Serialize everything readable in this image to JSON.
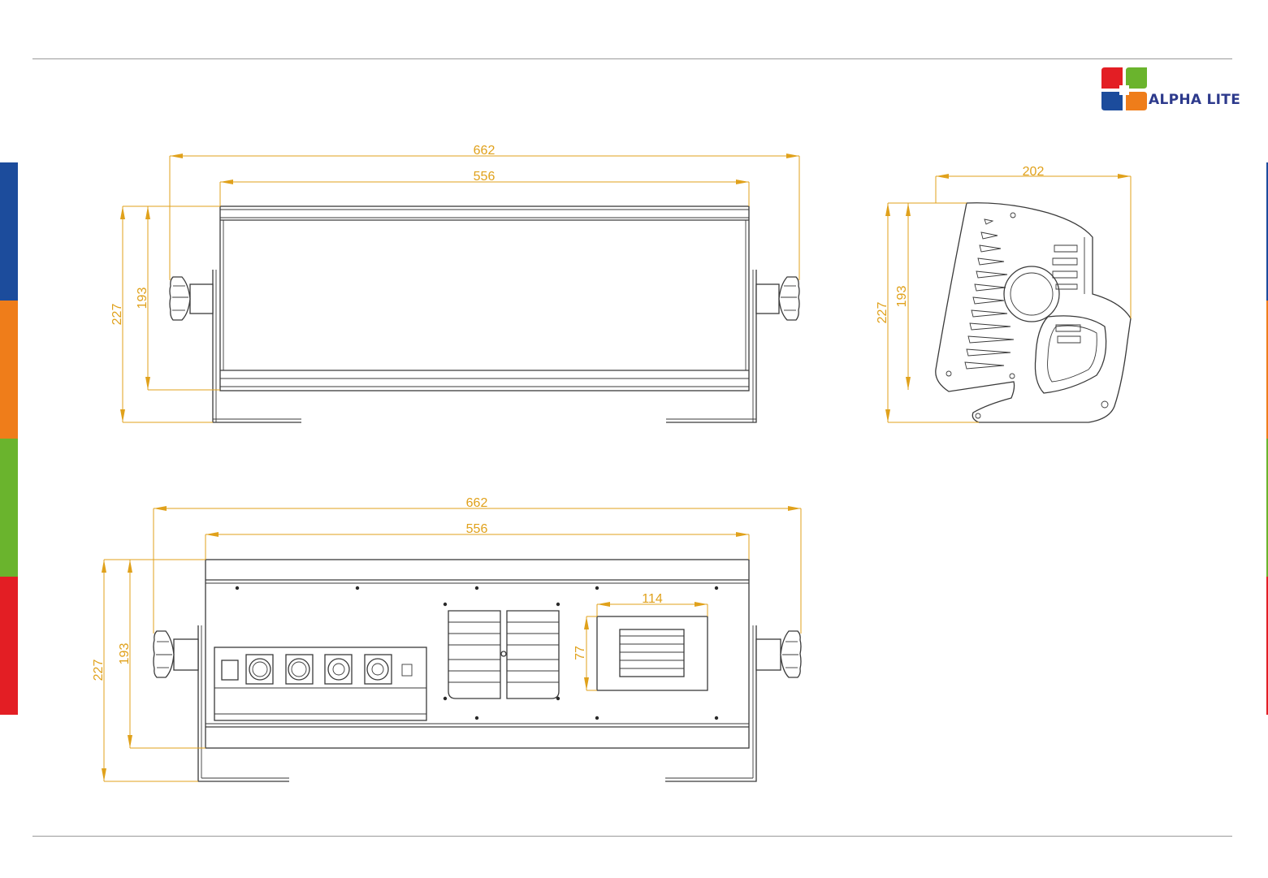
{
  "brand": {
    "name": "ALPHA LITE",
    "colors": {
      "red": "#e31e24",
      "green": "#6ab42d",
      "blue": "#1c4c9c",
      "orange": "#ef7d1a"
    }
  },
  "side_stripes": [
    "#1c4c9c",
    "#ef7d1a",
    "#6ab42d",
    "#e31e24"
  ],
  "dimension_color": "#e0a11b",
  "views": {
    "front": {
      "overall_width": "662",
      "body_width": "556",
      "overall_height": "227",
      "body_height": "193"
    },
    "side": {
      "depth": "202",
      "overall_height": "227",
      "body_height": "193"
    },
    "rear": {
      "overall_width": "662",
      "body_width": "556",
      "overall_height": "227",
      "body_height": "193",
      "vent_width": "114",
      "vent_height": "77"
    }
  }
}
